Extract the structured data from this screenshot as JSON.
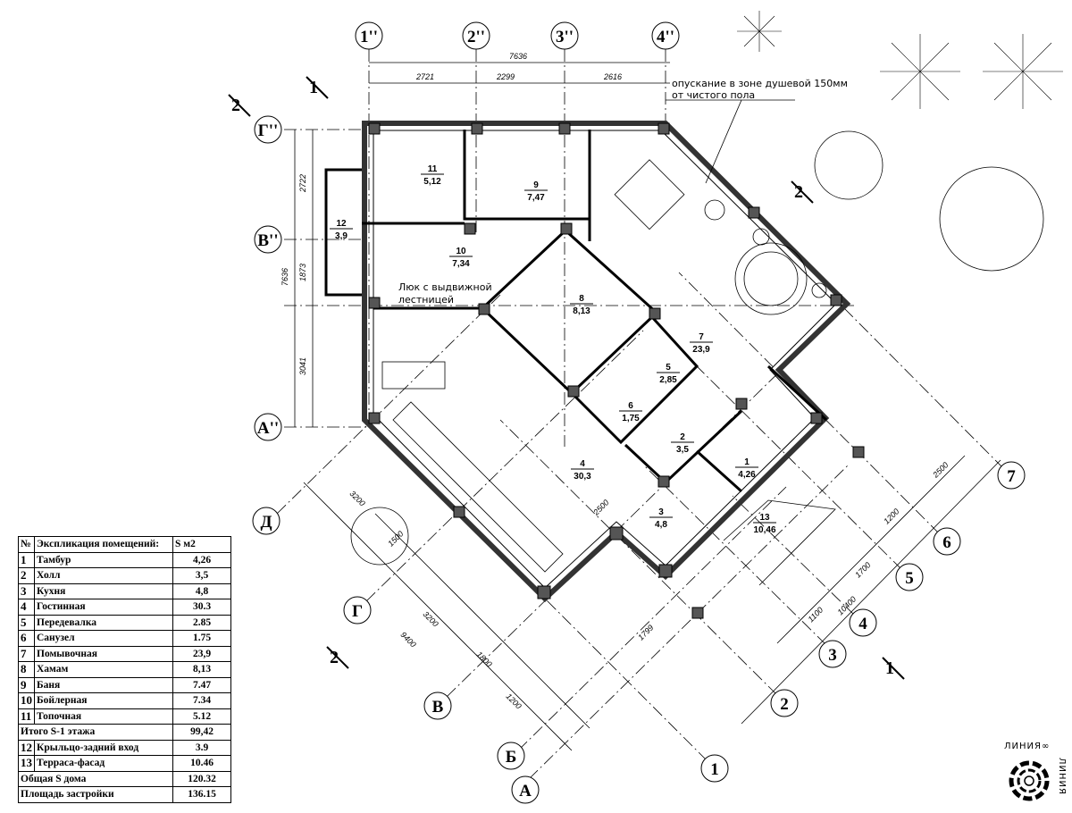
{
  "axes_top": [
    "1''",
    "2''",
    "3''",
    "4''"
  ],
  "axes_left": [
    "Г''",
    "В''",
    "А''"
  ],
  "axes_diag_letters": [
    "Д",
    "Г",
    "В",
    "Б",
    "А"
  ],
  "axes_diag_numbers": [
    "1",
    "2",
    "3",
    "4",
    "5",
    "6",
    "7"
  ],
  "section_marks": [
    "1",
    "2",
    "2",
    "2",
    "1"
  ],
  "dims_top": [
    "7636",
    "2721",
    "2299",
    "2616"
  ],
  "dims_left": [
    "2722",
    "1873",
    "3041",
    "7636"
  ],
  "dims_diag": [
    "3200",
    "1500",
    "3200",
    "9400",
    "1800",
    "1200",
    "2500",
    "1799",
    "1100",
    "10400",
    "1700",
    "1200",
    "2500"
  ],
  "rooms": [
    {
      "n": "11",
      "s": "5,12"
    },
    {
      "n": "9",
      "s": "7,47"
    },
    {
      "n": "12",
      "s": "3,9"
    },
    {
      "n": "10",
      "s": "7,34"
    },
    {
      "n": "8",
      "s": "8,13"
    },
    {
      "n": "7",
      "s": "23,9"
    },
    {
      "n": "5",
      "s": "2,85"
    },
    {
      "n": "6",
      "s": "1,75"
    },
    {
      "n": "2",
      "s": "3,5"
    },
    {
      "n": "1",
      "s": "4,26"
    },
    {
      "n": "4",
      "s": "30,3"
    },
    {
      "n": "3",
      "s": "4,8"
    },
    {
      "n": "13",
      "s": "10,46"
    }
  ],
  "notes": {
    "hatch_line1": "Люк с выдвижной",
    "hatch_line2": "лестницей",
    "shower_line1": "опускание в зоне душевой 150мм",
    "shower_line2": "от чистого пола"
  },
  "table": {
    "head_num": "№",
    "head_name": "Экспликация помещений:",
    "head_val": "S м2",
    "rows": [
      {
        "num": "1",
        "name": "Тамбур",
        "val": "4,26"
      },
      {
        "num": "2",
        "name": "Холл",
        "val": "3,5"
      },
      {
        "num": "3",
        "name": "Кухня",
        "val": "4,8"
      },
      {
        "num": "4",
        "name": "Гостинная",
        "val": "30.3"
      },
      {
        "num": "5",
        "name": "Передевалка",
        "val": "2.85"
      },
      {
        "num": "6",
        "name": "Санузел",
        "val": "1.75"
      },
      {
        "num": "7",
        "name": "Помывочная",
        "val": "23,9"
      },
      {
        "num": "8",
        "name": "Хамам",
        "val": "8,13"
      },
      {
        "num": "9",
        "name": "Баня",
        "val": "7.47"
      },
      {
        "num": "10",
        "name": "Бойлерная",
        "val": "7.34"
      },
      {
        "num": "11",
        "name": "Топочная",
        "val": "5.12"
      }
    ],
    "subtotal_label": "Итого S-1 этажа",
    "subtotal_val": "99,42",
    "rows2": [
      {
        "num": "12",
        "name": "Крыльцо-задний вход",
        "val": "3.9"
      },
      {
        "num": "13",
        "name": "Терраса-фасад",
        "val": "10.46"
      }
    ],
    "total_label": "Общая S дома",
    "total_val": "120.32",
    "built_label": "Площадь застройки",
    "built_val": "136.15"
  },
  "logo": {
    "text1": "ЛИНИЯ∞",
    "text2": "ЛИНИЯ"
  }
}
